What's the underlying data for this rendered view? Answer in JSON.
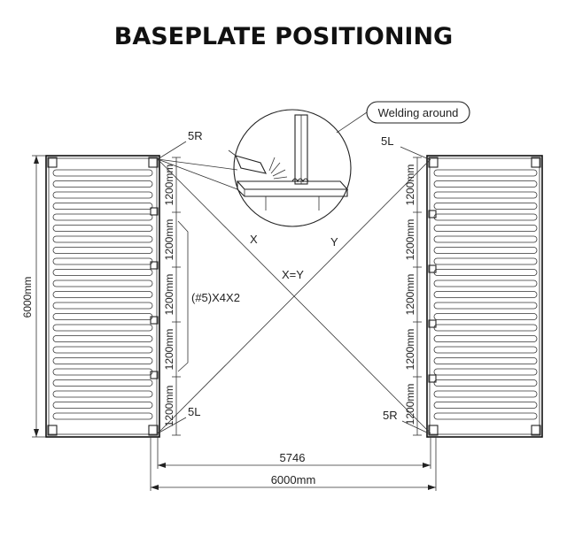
{
  "title": "BASEPLATE POSITIONING",
  "callout": {
    "label": "Welding around"
  },
  "corners": {
    "left_top": "5R",
    "left_bottom": "5L",
    "right_top": "5L",
    "right_bottom": "5R"
  },
  "diagonals": {
    "x_label": "X",
    "y_label": "Y",
    "equality": "X=Y"
  },
  "dimensions": {
    "height": "6000mm",
    "segment": "1200mm",
    "left_bottom_segment": "1200mm",
    "group_note": "(#5)X4X2",
    "inner_width": "5746",
    "outer_width": "6000mm"
  },
  "colors": {
    "line": "#222222",
    "background": "#ffffff"
  }
}
